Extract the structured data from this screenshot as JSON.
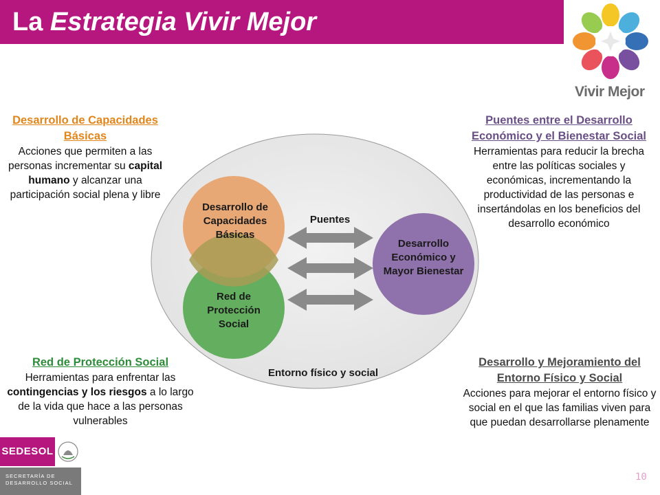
{
  "header": {
    "title_prefix": "La ",
    "title_italic": "Estrategia Vivir Mejor"
  },
  "logo": {
    "word": "Vivir Mejor"
  },
  "blocks": {
    "top_left": {
      "head": "Desarrollo de Capacidades Básicas",
      "t1": "Acciones que permiten a las personas incrementar su ",
      "b1": "capital humano",
      "t2": " y alcanzar una participación social plena y libre"
    },
    "top_right": {
      "head": "Puentes entre el Desarrollo Económico y el Bienestar Social",
      "t1": "Herramientas para reducir la brecha entre las políticas sociales y económicas, incrementando la productividad de las personas e insertándolas en los beneficios del desarrollo económico"
    },
    "bottom_left": {
      "head": "Red de Protección Social",
      "t1": "Herramientas para enfrentar las ",
      "b1": "contingencias y los riesgos",
      "t2": " a lo largo de la vida que hace a las personas vulnerables"
    },
    "bottom_right": {
      "head": "Desarrollo y Mejoramiento del Entorno Físico y Social",
      "t1": "Acciones para mejorar el entorno físico y social en el que las familias viven para que puedan desarrollarse plenamente"
    }
  },
  "diagram": {
    "circle_capacidades": "Desarrollo de Capacidades Básicas",
    "circle_red": "Red de Protección Social",
    "circle_economico": "Desarrollo Económico y Mayor Bienestar",
    "puentes_label": "Puentes",
    "entorno_label": "Entorno físico y social"
  },
  "footer": {
    "sedesol": "SEDESOL",
    "secretaria": "SECRETARÍA DE DESARROLLO SOCIAL",
    "page_number": "10"
  },
  "colors": {
    "magenta": "#b5177f",
    "orange": "#e0861c",
    "green": "#2e8b3a",
    "purple": "#6a4f86",
    "gray": "#4a4a4a"
  }
}
